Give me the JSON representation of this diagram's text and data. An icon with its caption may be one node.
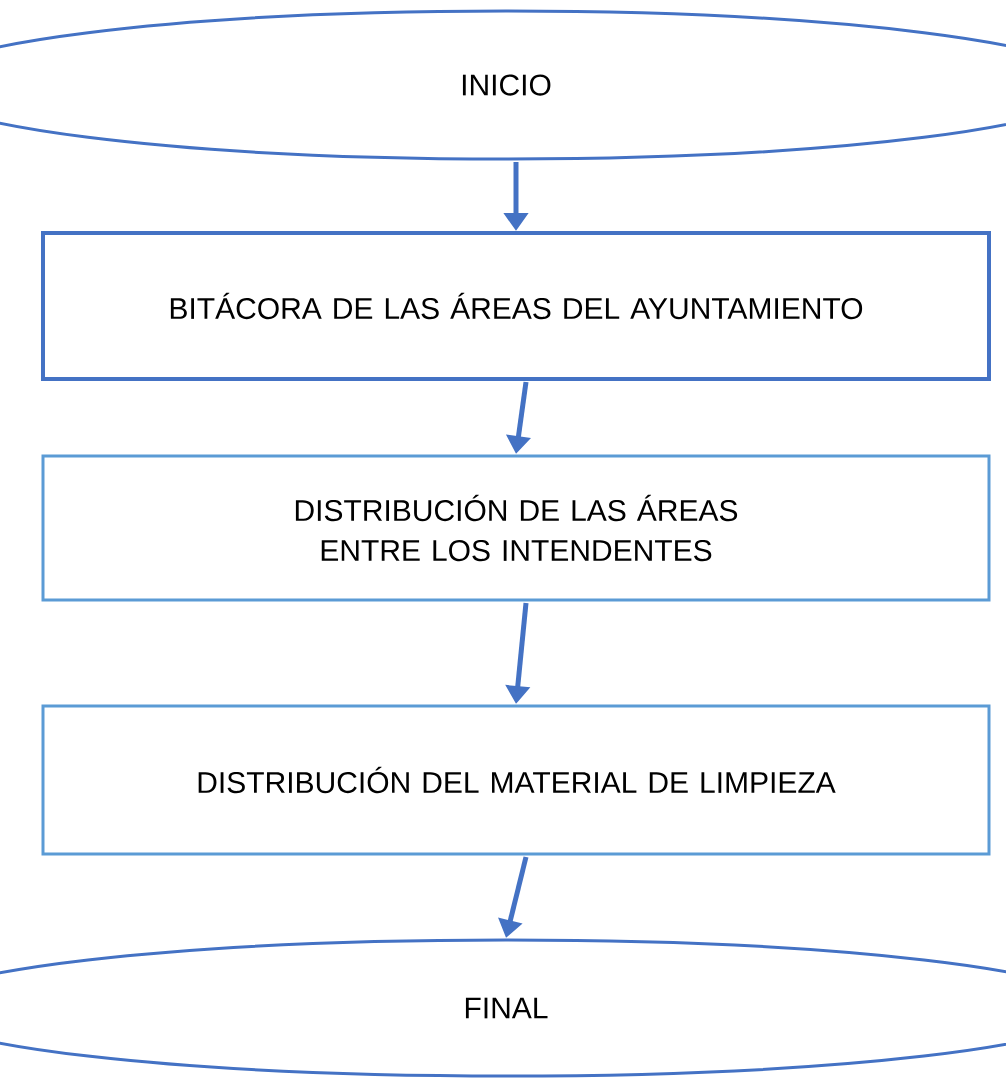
{
  "diagram": {
    "nodes": [
      {
        "text": [
          "INICIO"
        ]
      },
      {
        "text": [
          "BITÁCORA DE LAS ÁREAS DEL AYUNTAMIENTO"
        ]
      },
      {
        "text": [
          "DISTRIBUCIÓN DE LAS ÁREAS ENTRE LOS INTENDENTES"
        ]
      },
      {
        "text": [
          "DISTRIBUCIÓN DEL MATERIAL DE LIMPIEZA"
        ]
      },
      {
        "text": [
          "FINAL"
        ]
      }
    ],
    "edges": [
      {
        "from": 0,
        "to": 1,
        "arrow": "to"
      },
      {
        "from": 1,
        "to": 2,
        "arrow": "to"
      },
      {
        "from": 2,
        "to": 3,
        "arrow": "to"
      },
      {
        "from": 3,
        "to": 4,
        "arrow": "to"
      }
    ]
  }
}
